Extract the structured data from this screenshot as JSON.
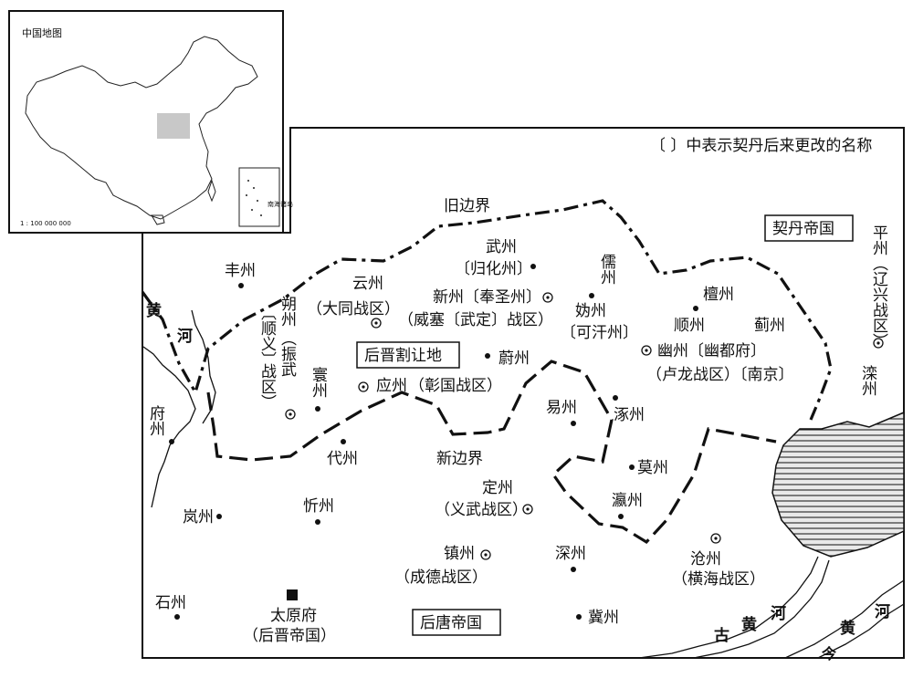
{
  "inset": {
    "title": "中国地图",
    "scale": "1 : 100 000 000",
    "islands_label": "南海诸岛"
  },
  "legend": "〔 〕中表示契丹后来更改的名称",
  "borders": {
    "old": "旧边界",
    "new": "新边界"
  },
  "regions": {
    "khitan": "契丹帝国",
    "ceded": "后晋割让地",
    "later_tang": "后唐帝国"
  },
  "rivers": {
    "huang": "黄",
    "he": "河",
    "gu": "古",
    "jin": "今"
  },
  "places": {
    "fengzhou": "丰州",
    "yunzhou": "云州",
    "datong": "（大同战区）",
    "wuzhou": "武州",
    "guihua": "〔归化州〕",
    "ruzhou": "儒州",
    "xinzhou_fengsheng": "新州〔奉圣州〕",
    "weisai": "（威塞〔武定〕战区）",
    "guizhou": "妫州",
    "kehan": "〔可汗州〕",
    "tanzhou": "檀州",
    "pingzhou": "平州",
    "liaoxing": "（辽兴战区）",
    "shuozhou": "朔州",
    "shunyi": "〔顺义〕",
    "zhenwu": "（振武",
    "zhanqu_v": "战区）",
    "huanzhou": "寰州",
    "yingzhou": "应州",
    "zhangguo": "（彰国战区）",
    "weizhou": "蔚州",
    "shunzhou": "顺州",
    "jizhou_n": "蓟州",
    "youzhou": "幽州〔幽都府〕",
    "lulong": "（卢龙战区）〔南京〕",
    "luanzhou": "滦州",
    "yizhou": "易州",
    "zhuozhou": "涿州",
    "fuzhou": "府州",
    "daizhou": "代州",
    "mozhou": "莫州",
    "yingzhou2": "瀛州",
    "dingzhou": "定州",
    "yiwu": "（义武战区）",
    "lanzhou": "岚州",
    "xinzhou": "忻州",
    "zhenzhou": "镇州",
    "chengde": "（成德战区）",
    "shenzhou": "深州",
    "cangzhou": "沧州",
    "henghai": "（横海战区）",
    "shizhou": "石州",
    "taiyuan": "太原府",
    "houjin": "（后晋帝国）",
    "jizhou_s": "冀州"
  }
}
